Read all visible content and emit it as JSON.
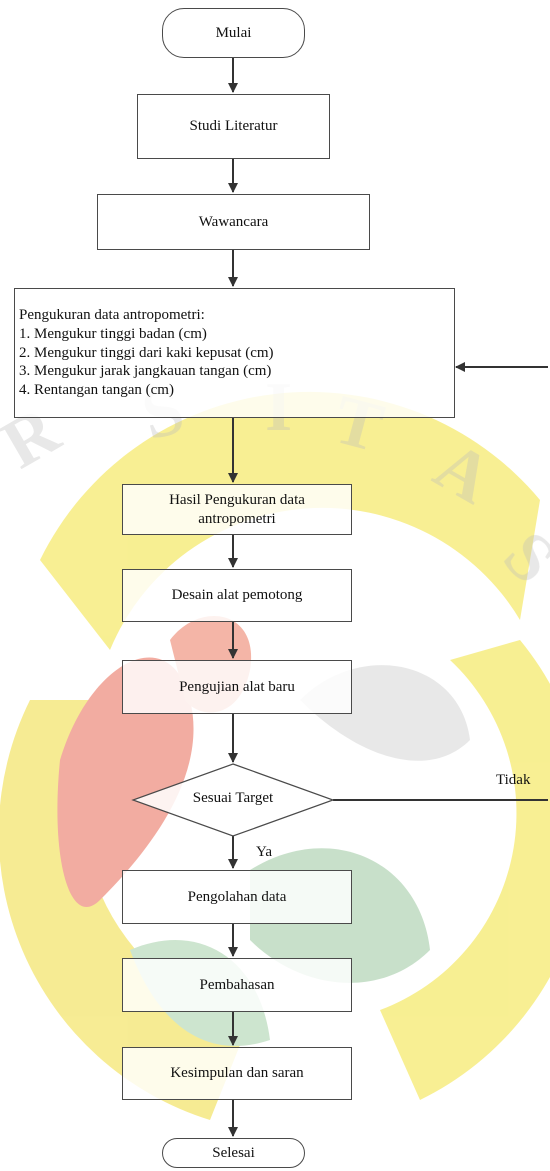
{
  "watermark": {
    "letters": [
      "R",
      "S",
      "I",
      "T",
      "A",
      "S"
    ],
    "colors": {
      "ring": "#f2e23a",
      "ring_dark": "#e0c020",
      "red": "#e05a4a",
      "green": "#9cc8a0",
      "gray": "#d8d8d8"
    }
  },
  "flowchart": {
    "start": "Mulai",
    "step1": "Studi Literatur",
    "step2": "Wawancara",
    "step3": {
      "heading": "Pengukuran data antropometri:",
      "items": [
        "1. Mengukur tinggi badan (cm)",
        "2. Mengukur tinggi dari kaki kepusat (cm)",
        "3. Mengukur jarak jangkauan tangan (cm)",
        "4. Rentangan tangan (cm)"
      ]
    },
    "step4_line1": "Hasil Pengukuran data",
    "step4_line2": "antropometri",
    "step5": "Desain alat pemotong",
    "step6": "Pengujian alat baru",
    "decision": "Sesuai Target",
    "no_label": "Tidak",
    "yes_label": "Ya",
    "step7": "Pengolahan data",
    "step8": "Pembahasan",
    "step9": "Kesimpulan dan saran",
    "end": "Selesai"
  }
}
